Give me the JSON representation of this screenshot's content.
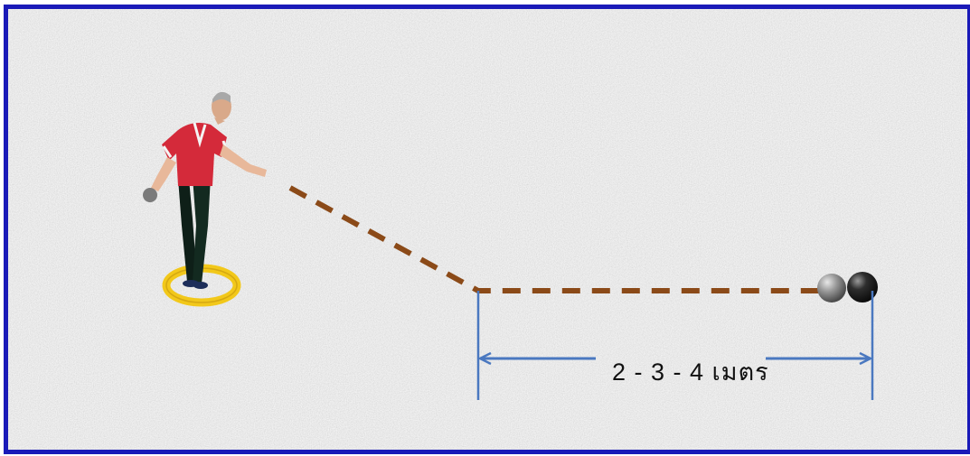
{
  "diagram": {
    "distance_label": "2 - 3 - 4 เมตร",
    "colors": {
      "frame_border": "#1a1ab8",
      "ground": "#e9e9e9",
      "throw_path": "#8b4a18",
      "measure_line": "#4a78c0",
      "ring": "#f2c81a"
    },
    "figures": {
      "player": "boules-player",
      "throwing_ring": "throwing-circle",
      "balls": [
        "grey-boule",
        "black-boule"
      ]
    }
  }
}
